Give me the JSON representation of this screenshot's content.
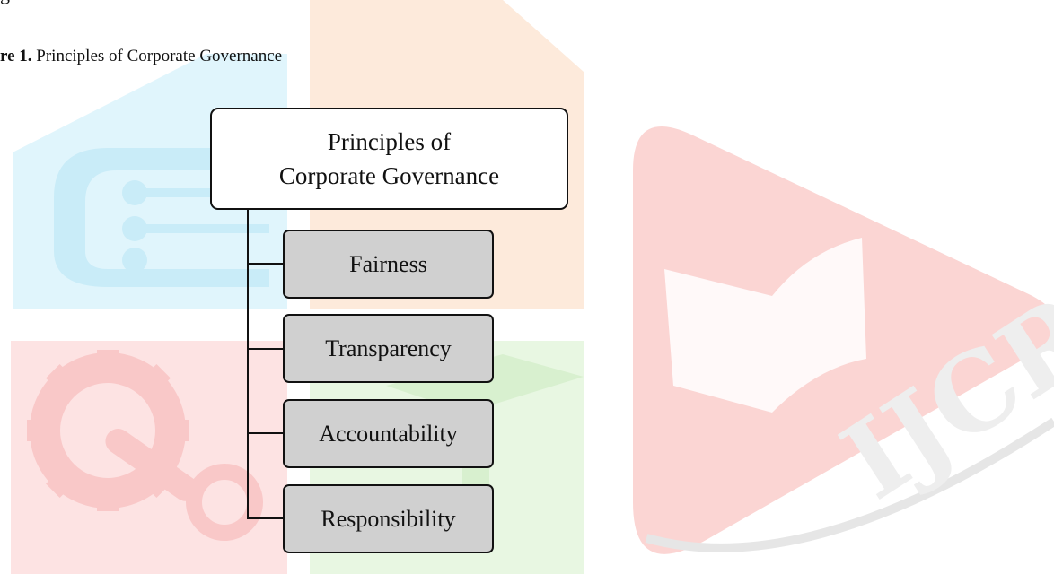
{
  "page": {
    "heading_fragment": "g",
    "caption_label": "re 1.",
    "caption_text": " Principles of Corporate Governance"
  },
  "diagram": {
    "root": {
      "line1": "Principles of",
      "line2": "Corporate Governance"
    },
    "children": [
      {
        "label": "Fairness"
      },
      {
        "label": "Transparency"
      },
      {
        "label": "Accountability"
      },
      {
        "label": "Responsibility"
      }
    ],
    "colors": {
      "child_fill": "#d0d0d0",
      "root_fill": "#ffffff",
      "line": "#111111"
    }
  },
  "watermark": {
    "text": "IJCRT",
    "icons": [
      "cloud-circuit-icon",
      "gear-icon",
      "graduation-cap-icon",
      "book-icon"
    ],
    "colors": [
      "#dff4fb",
      "#fde9d9",
      "#fde0e0",
      "#e6f6df"
    ]
  }
}
